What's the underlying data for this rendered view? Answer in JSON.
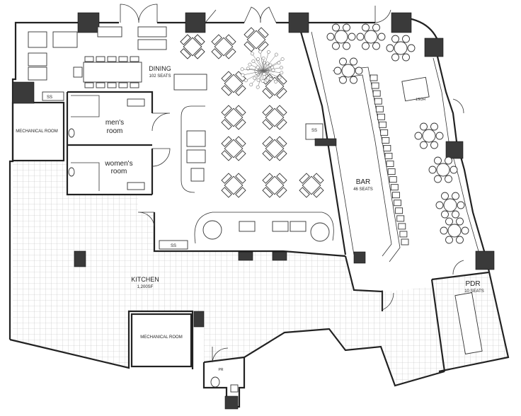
{
  "labels": {
    "dining": "DINING",
    "dining_seats": "102 SEATS",
    "mens_room_1": "men's",
    "mens_room_2": "room",
    "womens_room_1": "women's",
    "womens_room_2": "room",
    "mechanical_room_left": "MECHANICAL ROOM",
    "mechanical_room_kitchen": "MECHANICAL ROOM",
    "kitchen": "KITCHEN",
    "kitchen_area": "1,200SF",
    "bar": "BAR",
    "bar_seats": "46 SEATS",
    "pdr": "PDR",
    "pdr_seats": "10 SEATS",
    "ss_top": "SS",
    "ss_bar": "SS",
    "ss_bottom": "SS",
    "host": "HOST",
    "pr": "PR"
  },
  "colors": {
    "wall": "#222222",
    "column": "#3a3a3a",
    "grid": "#bdbdbd",
    "background": "#ffffff"
  }
}
